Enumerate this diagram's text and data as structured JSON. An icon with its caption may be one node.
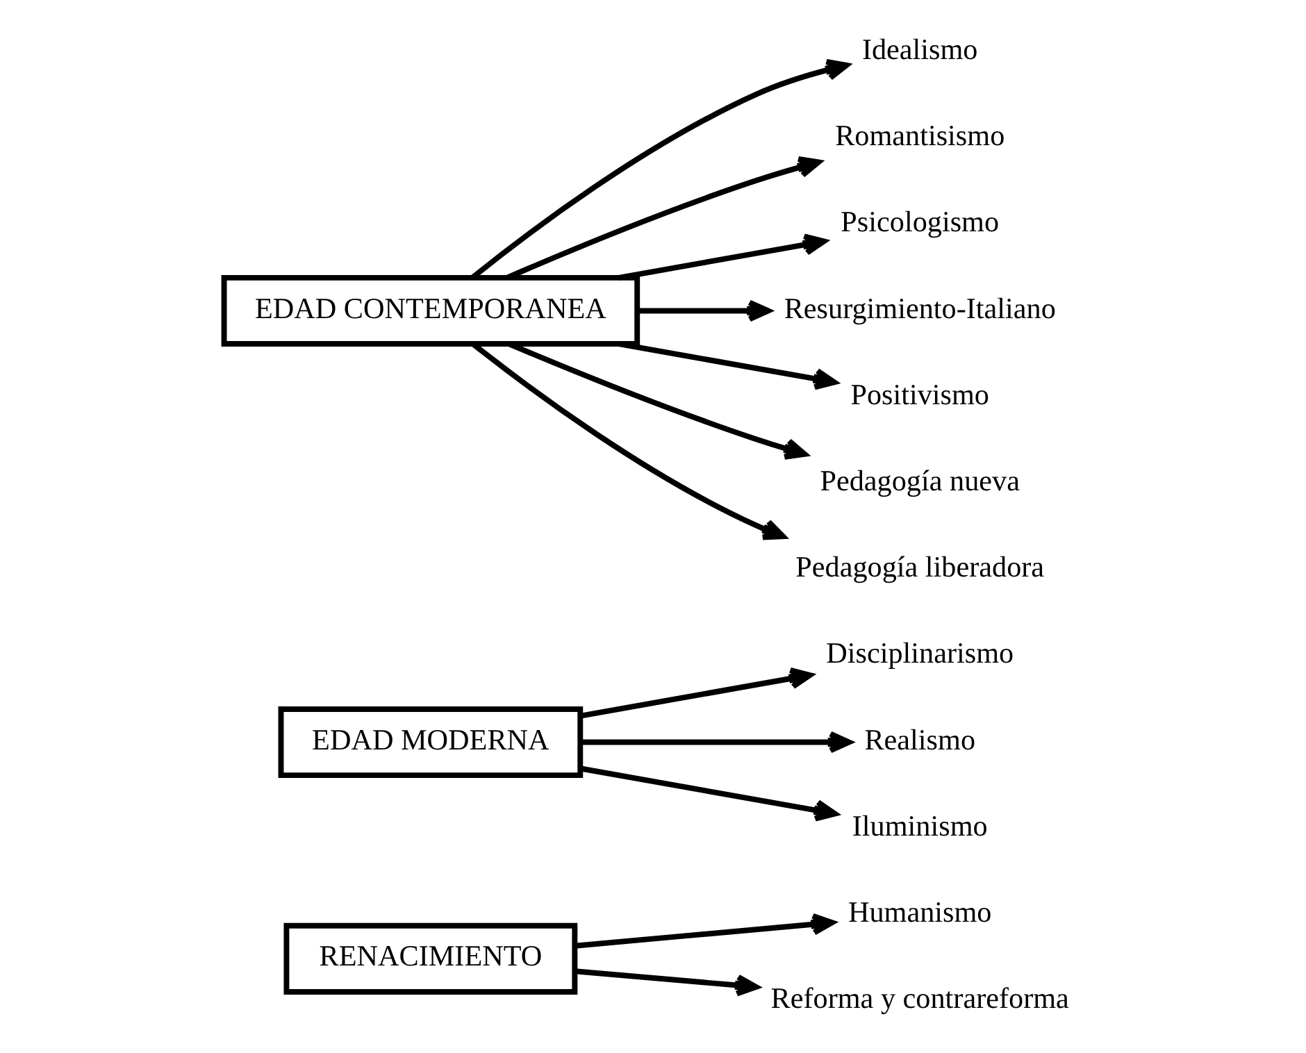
{
  "diagram": {
    "nodes": [
      {
        "text": [
          "RENACIMIENTO"
        ]
      },
      {
        "text": [
          "Humanismo"
        ]
      },
      {
        "text": [
          "Reforma y contrareforma"
        ]
      },
      {
        "text": [
          "EDAD MODERNA"
        ]
      },
      {
        "text": [
          "Disciplinarismo"
        ]
      },
      {
        "text": [
          "Realismo"
        ]
      },
      {
        "text": [
          "Iluminismo"
        ]
      },
      {
        "text": [
          "EDAD CONTEMPORANEA"
        ]
      },
      {
        "text": [
          "Idealismo"
        ]
      },
      {
        "text": [
          "Romantisismo"
        ]
      },
      {
        "text": [
          "Psicologismo"
        ]
      },
      {
        "text": [
          "Resurgimiento-Italiano"
        ]
      },
      {
        "text": [
          "Positivismo"
        ]
      },
      {
        "text": [
          "Pedagogía nueva"
        ]
      },
      {
        "text": [
          "Pedagogía liberadora"
        ]
      }
    ],
    "edges": [
      {
        "from": 0,
        "to": 1,
        "arrow": "to"
      },
      {
        "from": 0,
        "to": 2,
        "arrow": "to"
      },
      {
        "from": 3,
        "to": 4,
        "arrow": "to"
      },
      {
        "from": 3,
        "to": 5,
        "arrow": "to"
      },
      {
        "from": 3,
        "to": 6,
        "arrow": "to"
      },
      {
        "from": 7,
        "to": 8,
        "arrow": "to"
      },
      {
        "from": 7,
        "to": 9,
        "arrow": "to"
      },
      {
        "from": 7,
        "to": 10,
        "arrow": "to"
      },
      {
        "from": 7,
        "to": 11,
        "arrow": "to"
      },
      {
        "from": 7,
        "to": 12,
        "arrow": "to"
      },
      {
        "from": 7,
        "to": 13,
        "arrow": "to"
      },
      {
        "from": 7,
        "to": 14,
        "arrow": "to"
      }
    ]
  }
}
